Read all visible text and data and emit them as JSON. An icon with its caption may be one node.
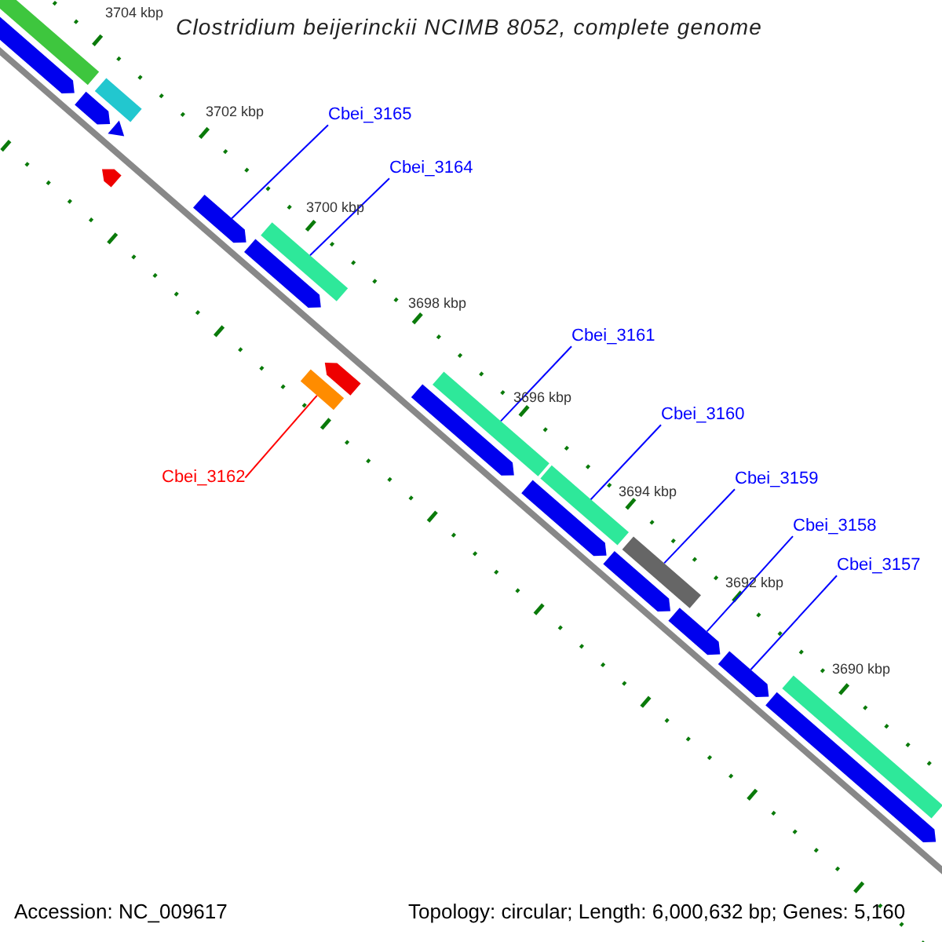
{
  "diagram": {
    "title": "Clostridium beijerinckii NCIMB 8052, complete genome",
    "nodes": [
      {
        "text": [
          "Cbei_3165"
        ]
      },
      {
        "text": [],
        "shape": "arrow"
      },
      {
        "text": [
          "Cbei_3164"
        ]
      },
      {
        "text": [],
        "shape": "bar"
      },
      {
        "text": [
          "Cbei_3161"
        ]
      },
      {
        "text": [],
        "shape": "bar"
      },
      {
        "text": [
          "Cbei_3160"
        ]
      },
      {
        "text": [],
        "shape": "bar"
      },
      {
        "text": [
          "Cbei_3159"
        ]
      },
      {
        "text": [],
        "shape": "bar"
      },
      {
        "text": [
          "Cbei_3158"
        ]
      },
      {
        "text": [],
        "shape": "arrow"
      },
      {
        "text": [
          "Cbei_3157"
        ]
      },
      {
        "text": [],
        "shape": "arrow"
      },
      {
        "text": [
          "Cbei_3162"
        ]
      },
      {
        "text": [],
        "shape": "bar"
      },
      {
        "text": [],
        "shape": "bar"
      },
      {
        "text": [],
        "shape": "arrow"
      },
      {
        "text": [],
        "shape": "bar"
      },
      {
        "text": [],
        "shape": "arrow"
      },
      {
        "text": [],
        "shape": "triangle"
      },
      {
        "text": [],
        "shape": "arrow"
      },
      {
        "text": [],
        "shape": "arrow"
      },
      {
        "text": [],
        "shape": "arrow"
      },
      {
        "text": [],
        "shape": "arrow"
      },
      {
        "text": [],
        "shape": "arrow"
      },
      {
        "text": [],
        "shape": "arrow"
      },
      {
        "text": [],
        "shape": "bar"
      },
      {
        "text": [],
        "shape": "arrow"
      }
    ],
    "edges": [
      {
        "from": 0,
        "to": 1,
        "arrow": "none"
      },
      {
        "from": 2,
        "to": 3,
        "arrow": "none"
      },
      {
        "from": 4,
        "to": 5,
        "arrow": "none"
      },
      {
        "from": 6,
        "to": 7,
        "arrow": "none"
      },
      {
        "from": 8,
        "to": 9,
        "arrow": "none"
      },
      {
        "from": 10,
        "to": 11,
        "arrow": "none"
      },
      {
        "from": 12,
        "to": 13,
        "arrow": "none"
      },
      {
        "from": 14,
        "to": 15,
        "arrow": "none",
        "color": "#ff0000"
      }
    ],
    "labels": [
      "3704 kbp",
      "3702 kbp",
      "3700 kbp",
      "3698 kbp",
      "3696 kbp",
      "3694 kbp",
      "3692 kbp",
      "3690 kbp",
      "Accession: NC_009617",
      "Topology: circular; Length: 6,000,632 bp; Genes: 5,160"
    ]
  }
}
